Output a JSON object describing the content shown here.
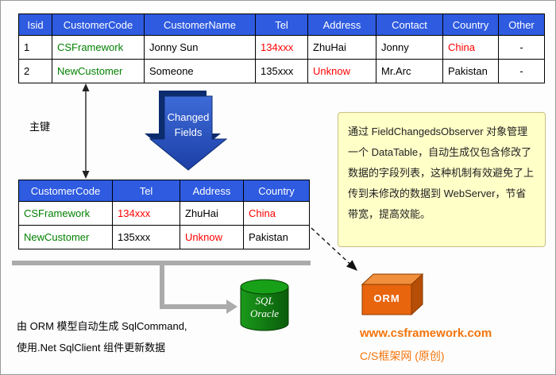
{
  "palette": {
    "header_blue": "#2E5BE0",
    "cell_green": "#008000",
    "cell_red": "#FF0000",
    "note_bg": "#FFFFC8",
    "note_border": "#C9C083",
    "gray_connector": "#ABABAB",
    "arrow_blue_dark": "#0C2C6E",
    "arrow_blue": "#2C52C4",
    "cylinder_green": "#0E6E0E",
    "cube_orange": "#E8650E",
    "brand_orange": "#F4740B"
  },
  "top_table": {
    "headers": [
      "Isid",
      "CustomerCode",
      "CustomerName",
      "Tel",
      "Address",
      "Contact",
      "Country",
      "Other"
    ],
    "rows": [
      [
        "1",
        "CSFramework",
        "Jonny Sun",
        "134xxx",
        "ZhuHai",
        "Jonny",
        "China",
        "-"
      ],
      [
        "2",
        "NewCustomer",
        "Someone",
        "135xxx",
        "Unknow",
        "Mr.Arc",
        "Pakistan",
        "-"
      ]
    ]
  },
  "changed_table": {
    "headers": [
      "CustomerCode",
      "Tel",
      "Address",
      "Country"
    ],
    "rows": [
      [
        "CSFramework",
        "134xxx",
        "ZhuHai",
        "China"
      ],
      [
        "NewCustomer",
        "135xxx",
        "Unknow",
        "Pakistan"
      ]
    ]
  },
  "labels": {
    "primary_key": "主键",
    "changed_fields_line1": "Changed",
    "changed_fields_line2": "Fields",
    "cylinder_line1": "SQL",
    "cylinder_line2": "Oracle",
    "cube": "ORM"
  },
  "note": {
    "text": "通过 FieldChangedsObserver 对象管理一个 DataTable，自动生成仅包含修改了数据的字段列表，这种机制有效避免了上传到未修改的数据到 WebServer，节省带宽，提高效能。"
  },
  "footer": {
    "orm_line1": "由 ORM 模型自动生成 SqlCommand,",
    "orm_line2": "使用.Net SqlClient 组件更新数据",
    "site": "www.csframework.com",
    "site_cn": "C/S框架网 (原创)"
  }
}
